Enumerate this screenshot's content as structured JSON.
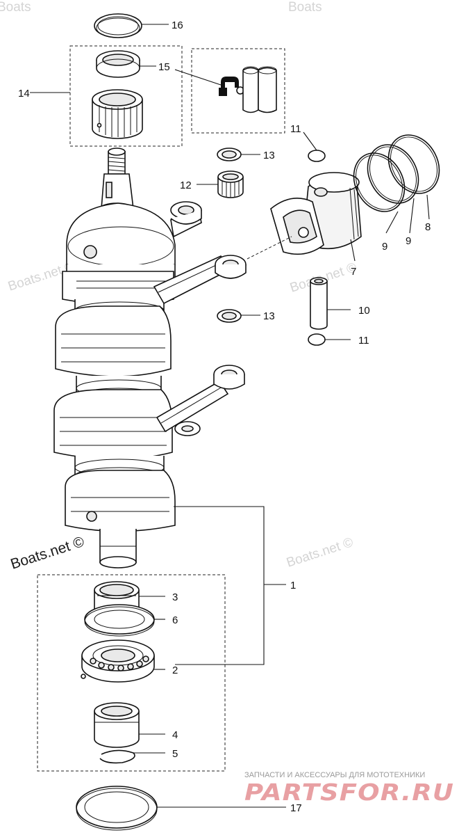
{
  "callouts": {
    "c1": "1",
    "c2": "2",
    "c3": "3",
    "c4": "4",
    "c5": "5",
    "c6": "6",
    "c7": "7",
    "c8": "8",
    "c9a": "9",
    "c9b": "9",
    "c10": "10",
    "c11a": "11",
    "c11b": "11",
    "c12": "12",
    "c13a": "13",
    "c13b": "13",
    "c14": "14",
    "c15": "15",
    "c16": "16",
    "c17": "17"
  },
  "watermarks": {
    "boats_tl": "Boats",
    "boats_tr": "Boats",
    "boats_left": "Boats.net ©",
    "boats_mid": "Boats.net ©",
    "boats_main": "Boats.net ©",
    "boats_right": "Boats.net ©"
  },
  "brand": {
    "caption": "ЗАПЧАСТИ И АКСЕССУАРЫ ДЛЯ МОТОТЕХНИКИ",
    "logo": "PARTSFOR.RU"
  }
}
